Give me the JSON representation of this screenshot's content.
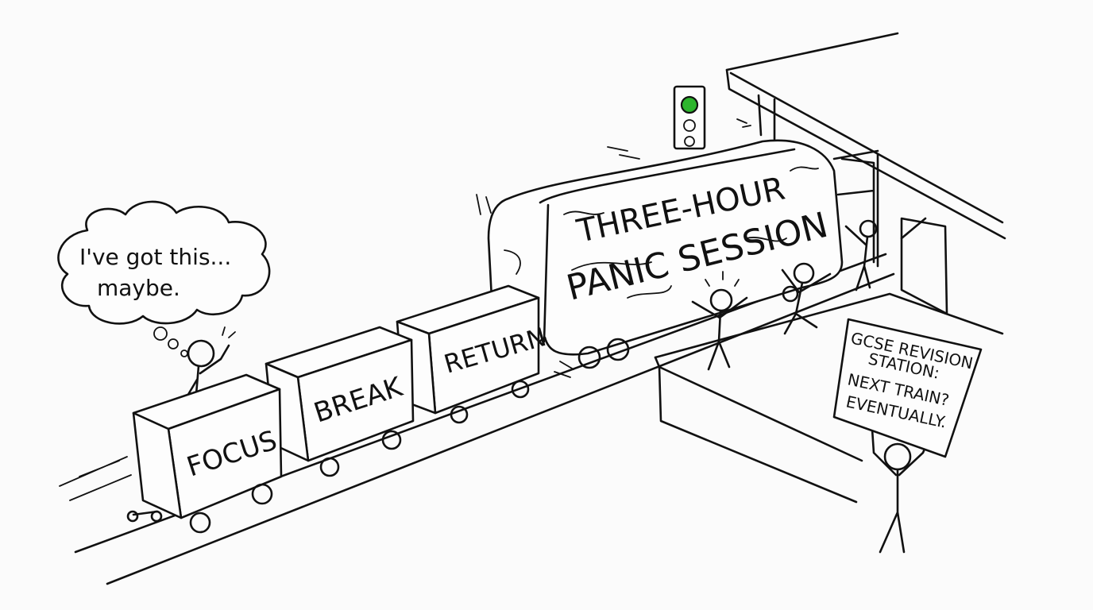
{
  "thought_bubble": {
    "line1": "I've got this...",
    "line2": "maybe."
  },
  "wagons": [
    {
      "label": "FOCUS"
    },
    {
      "label": "BREAK"
    },
    {
      "label": "RETURN"
    }
  ],
  "boulder": {
    "line1": "THREE-HOUR",
    "line2": "PANIC SESSION"
  },
  "sign": {
    "line1": "GCSE REVISION",
    "line2": "STATION:",
    "line3": "NEXT TRAIN?",
    "line4": "EVENTUALLY."
  },
  "signal": {
    "active_light": "green",
    "active_color": "#2db52d"
  }
}
